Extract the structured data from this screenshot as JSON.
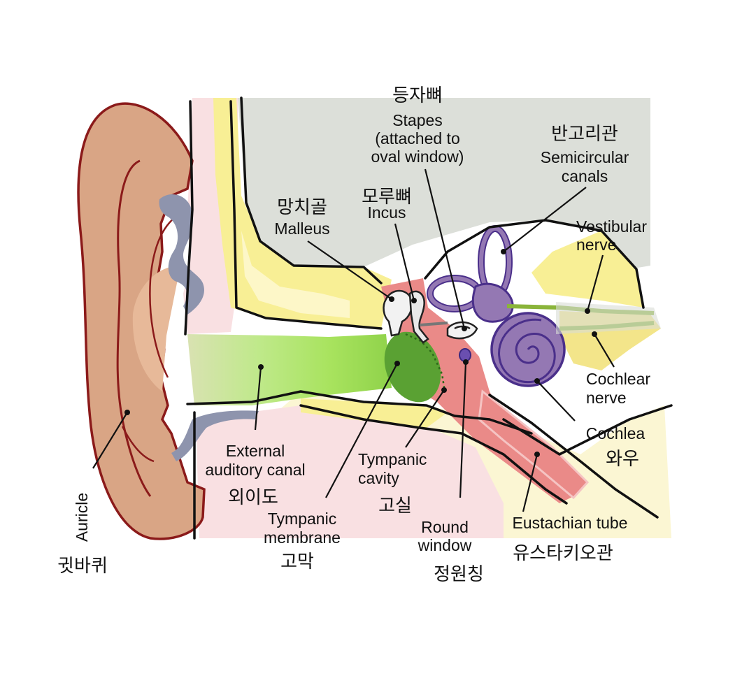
{
  "labels": {
    "stapes_ko": "등자뼈",
    "stapes_en_1": "Stapes",
    "stapes_en_2": "(attached to",
    "stapes_en_3": "oval window)",
    "semicircular_ko": "반고리관",
    "semicircular_en_1": "Semicircular",
    "semicircular_en_2": "canals",
    "incus_ko": "모루뼈",
    "incus_en": "Incus",
    "malleus_ko": "망치골",
    "malleus_en": "Malleus",
    "vestibular_en_1": "Vestibular",
    "vestibular_en_2": "nerve",
    "cochlear_nerve_en_1": "Cochlear",
    "cochlear_nerve_en_2": "nerve",
    "cochlea_en": "Cochlea",
    "cochlea_ko": "와우",
    "eustachian_en": "Eustachian tube",
    "eustachian_ko": "유스타키오관",
    "round_window_en_1": "Round",
    "round_window_en_2": "window",
    "round_window_ko": "정원칭",
    "tympanic_cavity_en_1": "Tympanic",
    "tympanic_cavity_en_2": "cavity",
    "tympanic_cavity_ko": "고실",
    "tympanic_membrane_en_1": "Tympanic",
    "tympanic_membrane_en_2": "membrane",
    "tympanic_membrane_ko": "고막",
    "external_canal_en_1": "External",
    "external_canal_en_2": "auditory canal",
    "external_canal_ko": "외이도",
    "auricle_en": "Auricle",
    "auricle_ko": "귓바퀴"
  },
  "colors": {
    "skull_gray": "#dcdfd9",
    "bone_yellow": "#f8ef95",
    "soft_tissue_pink": "#f9e0e2",
    "canal_green": "#aee36a",
    "eardrum_green": "#5aa133",
    "auricle_tan": "#d9a585",
    "cartilage_blue": "#8e94ad",
    "tube_red": "#ea8a88",
    "inner_ear_purple": "#9478b3",
    "outline_dark": "#111111"
  }
}
